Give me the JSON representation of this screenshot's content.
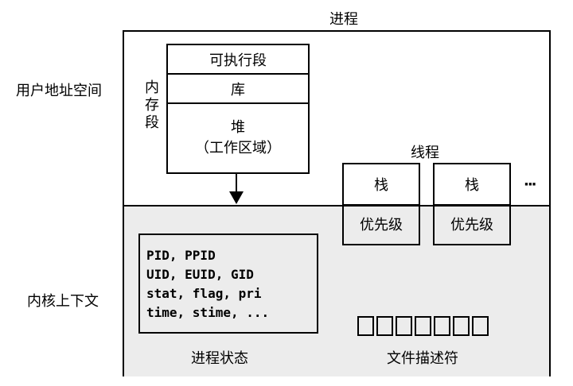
{
  "title": "进程",
  "left_labels": {
    "user_space": "用户地址空间",
    "kernel_context": "内核上下文"
  },
  "memory": {
    "side_label": "内存段",
    "segments": [
      "可执行段",
      "库"
    ],
    "heap_label": "堆",
    "heap_sub": "（工作区域）"
  },
  "threads": {
    "title": "线程",
    "items": [
      {
        "stack": "栈",
        "priority": "优先级"
      },
      {
        "stack": "栈",
        "priority": "优先级"
      }
    ],
    "more": "···"
  },
  "process_state": {
    "lines": [
      "PID, PPID",
      "UID, EUID, GID",
      "stat, flag, pri",
      "time, stime, ..."
    ],
    "label": "进程状态"
  },
  "file_descriptors": {
    "label": "文件描述符",
    "cell_count": 7
  }
}
